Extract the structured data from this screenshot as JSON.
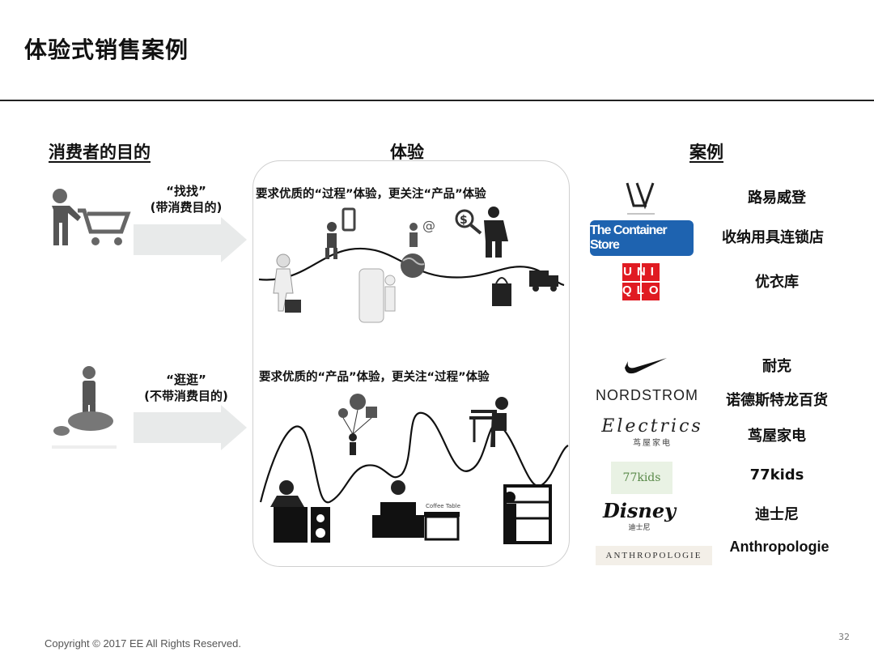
{
  "slide": {
    "title": "体验式销售案例",
    "footer": "Copyright © 2017 EE All Rights Reserved.",
    "page_number": "32"
  },
  "columns": {
    "purpose": "消费者的目的",
    "experience": "体验",
    "cases": "案例"
  },
  "rows": [
    {
      "arrow_label_1": "“找找”",
      "arrow_label_2": "(带消费目的)",
      "description": "要求优质的“过程”体验，更关注“产品”体验"
    },
    {
      "arrow_label_1": "“逛逛”",
      "arrow_label_2": "(不带消费目的)",
      "description": "要求优质的“产品”体验，更关注“过程”体验"
    }
  ],
  "cases": [
    {
      "logo": "LV",
      "name": "路易威登"
    },
    {
      "logo": "The Container Store",
      "name": "收纳用具连锁店"
    },
    {
      "logo_line1": "UNI",
      "logo_line2": "QLO",
      "name": "优衣库"
    },
    {
      "logo": "nike-swoosh",
      "name": "耐克"
    },
    {
      "logo": "NORDSTROM",
      "name": "诺德斯特龙百货"
    },
    {
      "logo": "Electrics",
      "logo_sub": "茑屋家电",
      "name": "茑屋家电"
    },
    {
      "logo": "77kids",
      "name": "77kids"
    },
    {
      "logo": "Disney",
      "logo_sub": "迪士尼",
      "name": "迪士尼"
    },
    {
      "logo": "ANTHROPOLOGIE",
      "name": "Anthropologie"
    }
  ],
  "illustration": {
    "coffee_table_caption": "Coffee Table"
  },
  "colors": {
    "container_store_blue": "#1e63b0",
    "uniqlo_red": "#e01b22",
    "arrow_gray": "#e8eaea"
  }
}
